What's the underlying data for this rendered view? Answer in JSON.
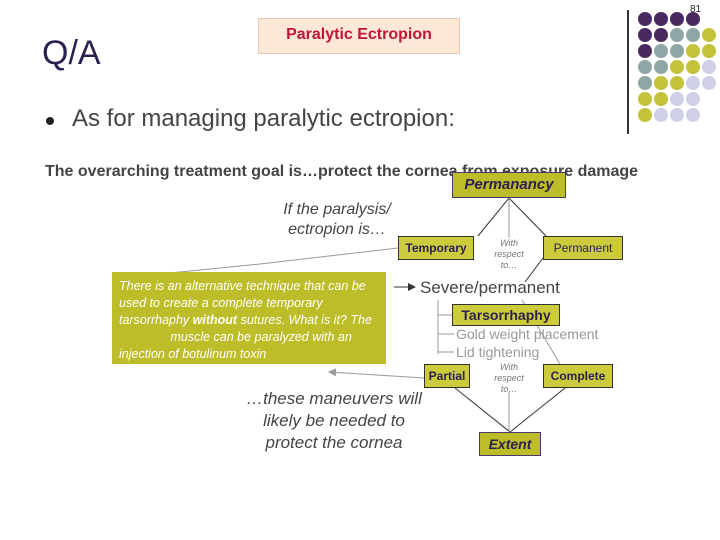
{
  "slide_number": "81",
  "title": "Q/A",
  "header": "Paralytic Ectropion",
  "bullet": "As for managing paralytic ectropion:",
  "goal": "The overarching treatment goal is…protect the cornea from exposure damage",
  "diagram": {
    "permanancy": "Permanancy",
    "if_paralysis": "If the paralysis/ ectropion is…",
    "temporary": "Temporary",
    "with_respect_1": "With respect to…",
    "permanent": "Permanent",
    "severe": "Severe/permanent",
    "tarsorrhaphy": "Tarsorrhaphy",
    "gold": "Gold weight placement",
    "lid": "Lid tightening",
    "partial": "Partial",
    "with_respect_2": "With respect to…",
    "complete": "Complete",
    "extent": "Extent",
    "these_maneuvers": "…these maneuvers will likely be needed to protect the cornea"
  },
  "question": {
    "line1": "There is an alternative technique that can be used to create a complete temporary tarsorrhaphy",
    "bold_word": "without",
    "line2": "sutures. What is it? The",
    "line3": "muscle can be paralyzed with an injection of botulinum toxin"
  },
  "colors": {
    "purple": "#4a2a5e",
    "teal": "#8fa6a6",
    "olive": "#c3c23a",
    "lavender": "#cfcfe6"
  }
}
